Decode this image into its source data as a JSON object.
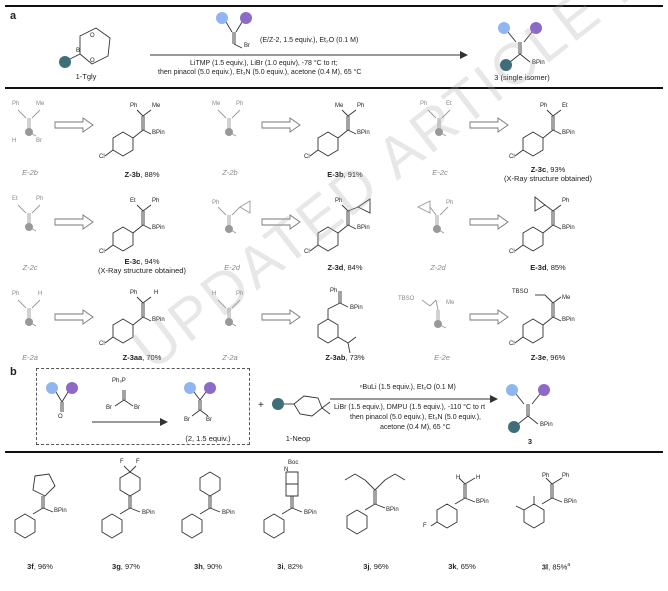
{
  "panels": {
    "a": "a",
    "b": "b"
  },
  "colors": {
    "teal": "#3f6e78",
    "purple": "#8c6bc8",
    "blue": "#8fb6f0",
    "grey_dot": "#999999"
  },
  "panel_a": {
    "reagent_label": "1-Tgly",
    "cond_line1": "(E/Z-2, 1.5 equiv.), Et₂O (0.1 M)",
    "cond_line2": "LiTMP (1.5 equiv.), LiBr (1.0 equiv), -78 °C to rt;",
    "cond_line3": "then pinacol (5.0 equiv.), Et₃N (5.0 equiv.), acetone (0.4 M), 65 °C",
    "product_label": "3 (single isomer)",
    "atom_b": "B",
    "atom_o": "O",
    "atom_br": "Br",
    "bpin": "BPin"
  },
  "examples": [
    {
      "sm": "E-2b",
      "product": "Z-3b",
      "yield": ", 88%"
    },
    {
      "sm": "Z-2b",
      "product": "E-3b",
      "yield": ", 91%"
    },
    {
      "sm": "E-2c",
      "product": "Z-3c",
      "yield": ", 93%",
      "note": "(X-Ray structure obtained)"
    },
    {
      "sm": "Z-2c",
      "product": "E-3c",
      "yield": ", 94%",
      "note": "(X-Ray structure obtained)"
    },
    {
      "sm": "E-2d",
      "product": "Z-3d",
      "yield": ", 84%"
    },
    {
      "sm": "Z-2d",
      "product": "E-3d",
      "yield": ", 85%"
    },
    {
      "sm": "E-2a",
      "product": "Z-3aa",
      "yield": ", 70%"
    },
    {
      "sm": "Z-2a",
      "product": "Z-3ab",
      "yield": ", 73%"
    },
    {
      "sm": "E-2e",
      "product": "Z-3e",
      "yield": ", 96%"
    }
  ],
  "struct_text": {
    "ph": "Ph",
    "me": "Me",
    "et": "Et",
    "h": "H",
    "br": "Br",
    "cl": "Cl",
    "bpin": "BPin",
    "tbso": "TBSO",
    "f": "F",
    "boc": "Boc",
    "n": "N",
    "o": "O"
  },
  "panel_b": {
    "ylide_ph3p": "Ph₃P",
    "br": "Br",
    "dibromide_label": "(2, 1.5 equiv.)",
    "plus": "+",
    "neop_label": "1-Neop",
    "cond_line1": "ⁿBuLi (1.5 equiv.), Et₂O (0.1 M)",
    "cond_line2": "LiBr (1.5 equiv.), DMPU (1.5 equiv.), -110 °C to rt",
    "cond_line3": "then pinacol (5.0 equiv.), Et₃N (5.0 equiv.),",
    "cond_line4": "acetone (0.4 M), 65 °C",
    "product_label": "3"
  },
  "scope": [
    {
      "id": "3f",
      "yield": ", 96%"
    },
    {
      "id": "3g",
      "yield": ", 97%"
    },
    {
      "id": "3h",
      "yield": ", 90%"
    },
    {
      "id": "3i",
      "yield": ", 82%"
    },
    {
      "id": "3j",
      "yield": ", 96%"
    },
    {
      "id": "3k",
      "yield": ", 65%"
    },
    {
      "id": "3l",
      "yield": ", 85%",
      "note": "a"
    }
  ],
  "watermark": "UPDATED ARTICLE PREVIEW"
}
